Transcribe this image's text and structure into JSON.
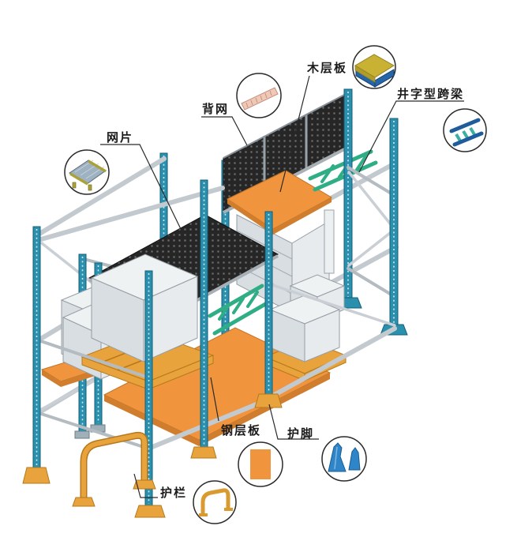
{
  "diagram": {
    "type": "pallet-rack-component-diagram",
    "background": "#FFFFFF",
    "callouts": [
      {
        "label": "网片",
        "icon": "mesh-panel-icon",
        "target": "wire mesh deck"
      },
      {
        "label": "背网",
        "icon": "back-mesh-icon",
        "target": "back mesh panel"
      },
      {
        "label": "木层板",
        "icon": "wood-shelf-board-icon",
        "target": "wooden shelf board"
      },
      {
        "label": "井字型跨梁",
        "icon": "grid-cross-beam-icon",
        "target": "grid-shaped cross beam"
      },
      {
        "label": "钢层板",
        "icon": "steel-shelf-board-icon",
        "target": "steel shelf board"
      },
      {
        "label": "护脚",
        "icon": "foot-guard-icon",
        "target": "upright foot guard"
      },
      {
        "label": "护栏",
        "icon": "guard-rail-icon",
        "target": "guard rail"
      }
    ],
    "colors": {
      "upright_teal": "#2B90AD",
      "beam_gray": "#C3CACF",
      "mesh_black": "#262626",
      "shelf_orange": "#F0953E",
      "cross_beam_green": "#2FAE85",
      "pallet_yellow": "#E8A33C",
      "foot_guard_blue": "#2E86C8",
      "wood_board_olive": "#C8B133",
      "back_mesh_icon_salmon": "#EFC9B8"
    }
  }
}
